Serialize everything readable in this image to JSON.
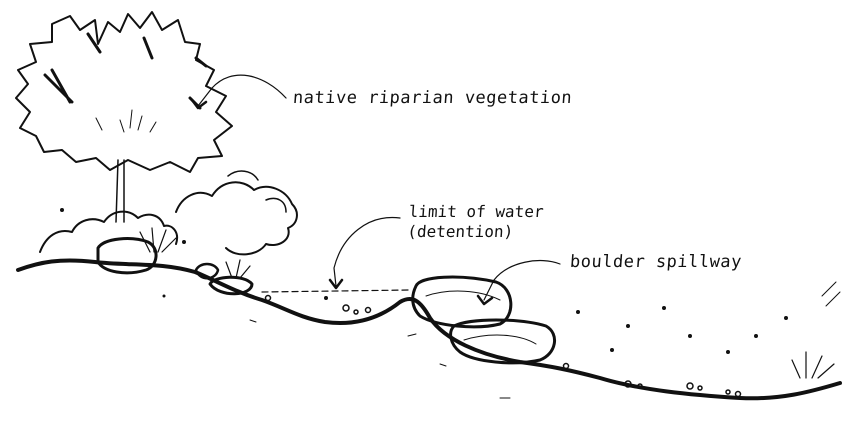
{
  "annotations": {
    "vegetation": "native riparian vegetation",
    "limit_line1": "limit of water",
    "limit_line2": "(detention)",
    "spillway": "boulder spillway"
  },
  "colors": {
    "ink": "#111111",
    "paper": "#ffffff"
  }
}
